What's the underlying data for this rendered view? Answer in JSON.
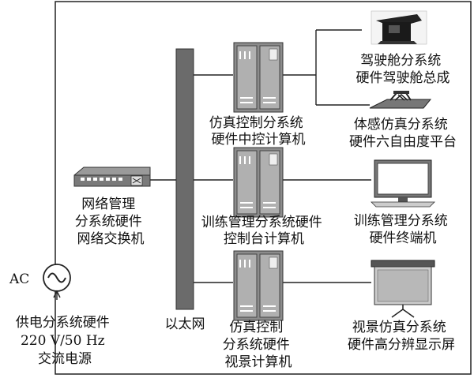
{
  "components": {
    "cockpit": {
      "label_lines": [
        "驾驶舱分系统",
        "硬件驾驶舱总成"
      ],
      "icon": "cockpit-icon"
    },
    "motion": {
      "label_lines": [
        "体感仿真分系统",
        "硬件六自由度平台"
      ],
      "icon": "six-dof-platform-icon"
    },
    "sim_control": {
      "label_lines": [
        "仿真控制分系统",
        "硬件中控计算机"
      ],
      "icon": "server-icon"
    },
    "training_mgmt": {
      "label_lines": [
        "训练管理分系统硬件",
        "控制台计算机"
      ],
      "icon": "server-icon"
    },
    "training_terminal": {
      "label_lines": [
        "训练管理分系统",
        "硬件终端机"
      ],
      "icon": "monitor-icon"
    },
    "network": {
      "label_lines": [
        "网络管理",
        "分系统硬件",
        "网络交换机"
      ],
      "icon": "network-switch-icon"
    },
    "visual_computer": {
      "label_lines": [
        "仿真控制",
        "分系统硬件",
        "视景计算机"
      ],
      "icon": "server-icon"
    },
    "visual_display": {
      "label_lines": [
        "视景仿真分系统",
        "硬件高分辨显示屏"
      ],
      "icon": "projection-screen-icon"
    },
    "ethernet": {
      "label": "以太网"
    },
    "power": {
      "ac_label": "AC",
      "label_lines": [
        "供电分系统硬件",
        "220 V/50 Hz",
        "交流电源"
      ],
      "icon": "ac-source-icon"
    }
  }
}
